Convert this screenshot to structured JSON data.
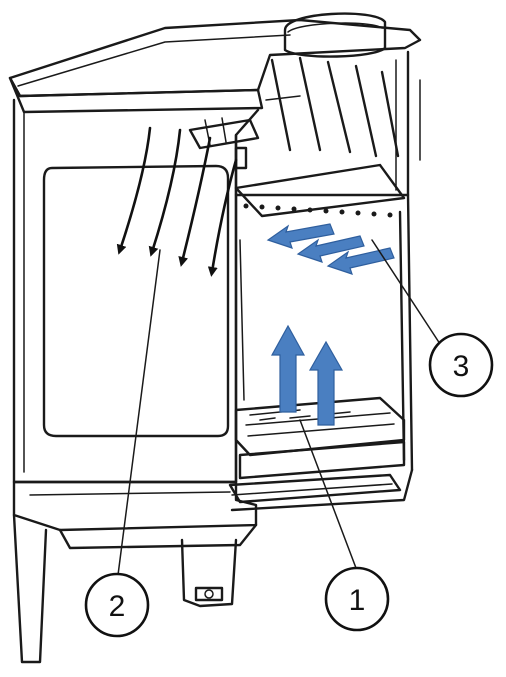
{
  "colors": {
    "outline": "#1a1a1a",
    "air_arrow": "#4a7fc1",
    "air_arrow_edge": "#2f5f9e",
    "background": "#ffffff"
  },
  "callouts": [
    {
      "label": "1"
    },
    {
      "label": "2"
    },
    {
      "label": "3"
    }
  ]
}
